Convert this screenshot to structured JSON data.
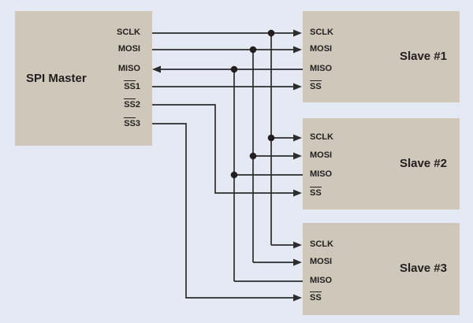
{
  "colors": {
    "background": "#e4e9f3",
    "box_fill": "#cfc7b9",
    "wire": "#2d2d2d",
    "text": "#231f20"
  },
  "master": {
    "title": "SPI Master",
    "pins": [
      {
        "label": "SCLK"
      },
      {
        "label": "MOSI"
      },
      {
        "label": "MISO"
      },
      {
        "base": "SS",
        "suffix": "1"
      },
      {
        "base": "SS",
        "suffix": "2"
      },
      {
        "base": "SS",
        "suffix": "3"
      }
    ]
  },
  "slaves": [
    {
      "title": "Slave #1",
      "pins": [
        {
          "label": "SCLK"
        },
        {
          "label": "MOSI"
        },
        {
          "label": "MISO"
        },
        {
          "base": "SS"
        }
      ]
    },
    {
      "title": "Slave #2",
      "pins": [
        {
          "label": "SCLK"
        },
        {
          "label": "MOSI"
        },
        {
          "label": "MISO"
        },
        {
          "base": "SS"
        }
      ]
    },
    {
      "title": "Slave #3",
      "pins": [
        {
          "label": "SCLK"
        },
        {
          "label": "MOSI"
        },
        {
          "label": "MISO"
        },
        {
          "base": "SS"
        }
      ]
    }
  ]
}
